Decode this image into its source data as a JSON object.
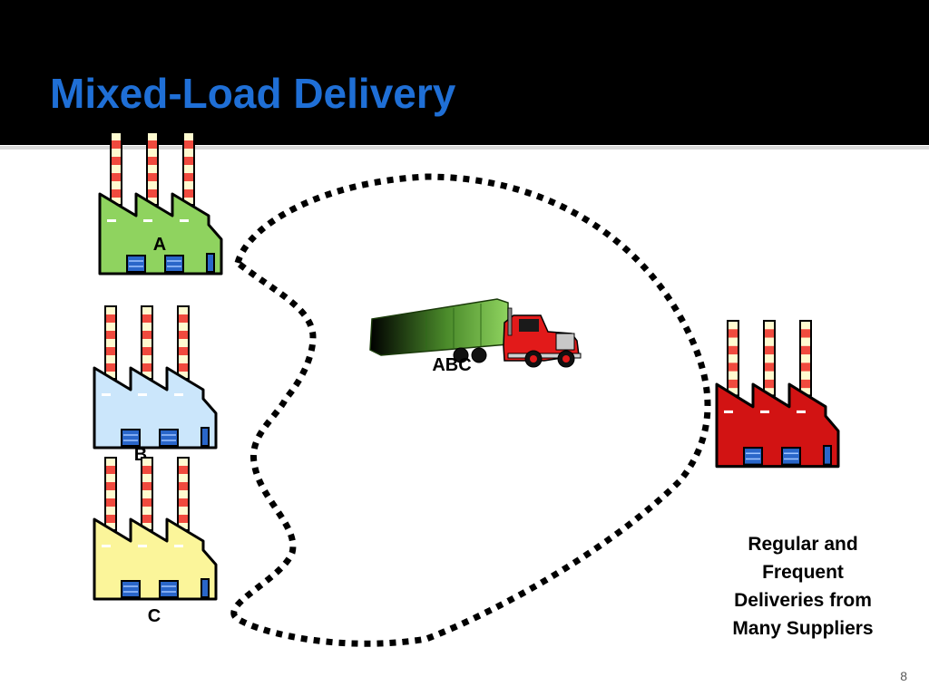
{
  "slide": {
    "title": "Mixed-Load Delivery",
    "number": "8"
  },
  "factories": [
    {
      "label": "A",
      "color": "#8fd35f"
    },
    {
      "label": "B",
      "color": "#cbe6fb"
    },
    {
      "label": "C",
      "color": "#fbf59a"
    },
    {
      "label": "",
      "color": "#d21313"
    }
  ],
  "truck": {
    "label": "ABC"
  },
  "caption": {
    "lines": [
      "Regular and",
      "Frequent",
      "Deliveries from",
      "Many Suppliers"
    ]
  },
  "colors": {
    "title": "#1f6fd6",
    "header": "#000000",
    "stack_stripe": "#f04a3e",
    "stack_base": "#fffbd0",
    "window": "#2a66c9"
  }
}
